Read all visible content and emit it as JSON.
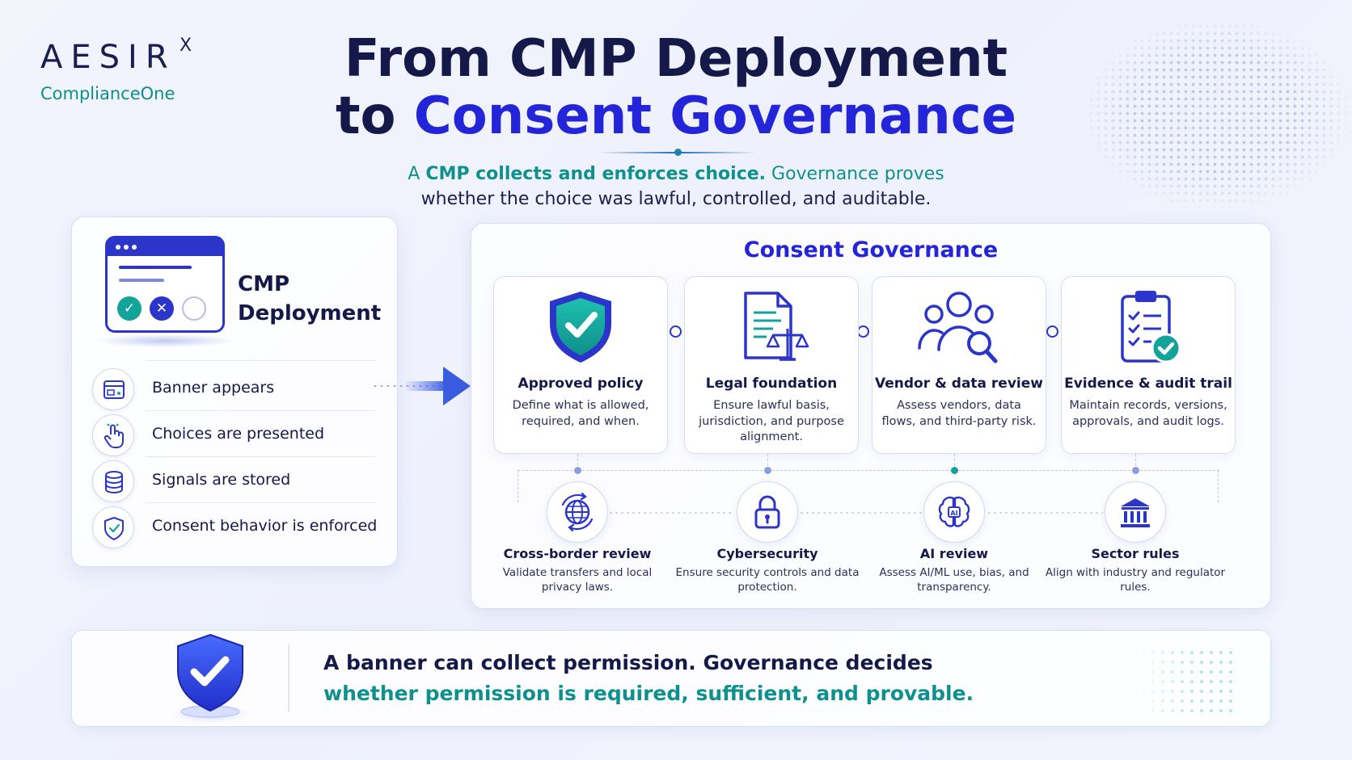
{
  "brand": {
    "name": "AESIR",
    "superscript": "X",
    "product": "ComplianceOne"
  },
  "header": {
    "title_line1": "From CMP Deployment",
    "title_line2_prefix": "to",
    "title_line2_accent": "Consent Governance",
    "subtitle_line1_prefix": "A",
    "subtitle_line1_bold": "CMP collects and enforces choice.",
    "subtitle_line1_rest": "Governance proves",
    "subtitle_line2": "whether the choice was lawful, controlled, and auditable."
  },
  "cmp": {
    "title_line1": "CMP",
    "title_line2": "Deployment",
    "items": [
      {
        "label": "Banner appears",
        "icon": "banner-window-icon"
      },
      {
        "label": "Choices are presented",
        "icon": "pointer-hand-icon"
      },
      {
        "label": "Signals are stored",
        "icon": "database-icon"
      },
      {
        "label": "Consent behavior is enforced",
        "icon": "shield-check-icon"
      }
    ]
  },
  "governance": {
    "title": "Consent Governance",
    "cards": [
      {
        "title": "Approved policy",
        "desc": "Define what is allowed, required, and when.",
        "icon": "shield-check-icon"
      },
      {
        "title": "Legal foundation",
        "desc": "Ensure lawful basis, jurisdiction, and purpose alignment.",
        "icon": "document-scales-icon"
      },
      {
        "title": "Vendor & data review",
        "desc": "Assess vendors, data flows, and third-party risk.",
        "icon": "people-search-icon"
      },
      {
        "title": "Evidence & audit trail",
        "desc": "Maintain records, versions, approvals, and audit logs.",
        "icon": "clipboard-check-icon"
      }
    ],
    "sub_areas": [
      {
        "title": "Cross-border review",
        "desc": "Validate transfers and local privacy laws.",
        "icon": "globe-arrows-icon"
      },
      {
        "title": "Cybersecurity",
        "desc": "Ensure security controls and data protection.",
        "icon": "padlock-icon"
      },
      {
        "title": "AI review",
        "desc": "Assess AI/ML use, bias, and transparency.",
        "icon": "ai-brain-icon"
      },
      {
        "title": "Sector rules",
        "desc": "Align with industry and regulator rules.",
        "icon": "institution-icon"
      }
    ]
  },
  "footer": {
    "line1": "A banner can collect permission. Governance decides",
    "line2": "whether permission is required, sufficient, and provable."
  },
  "colors": {
    "navy": "#15194a",
    "accent_blue": "#2424d8",
    "teal": "#0e918e",
    "icon_blue": "#2b35c9"
  }
}
